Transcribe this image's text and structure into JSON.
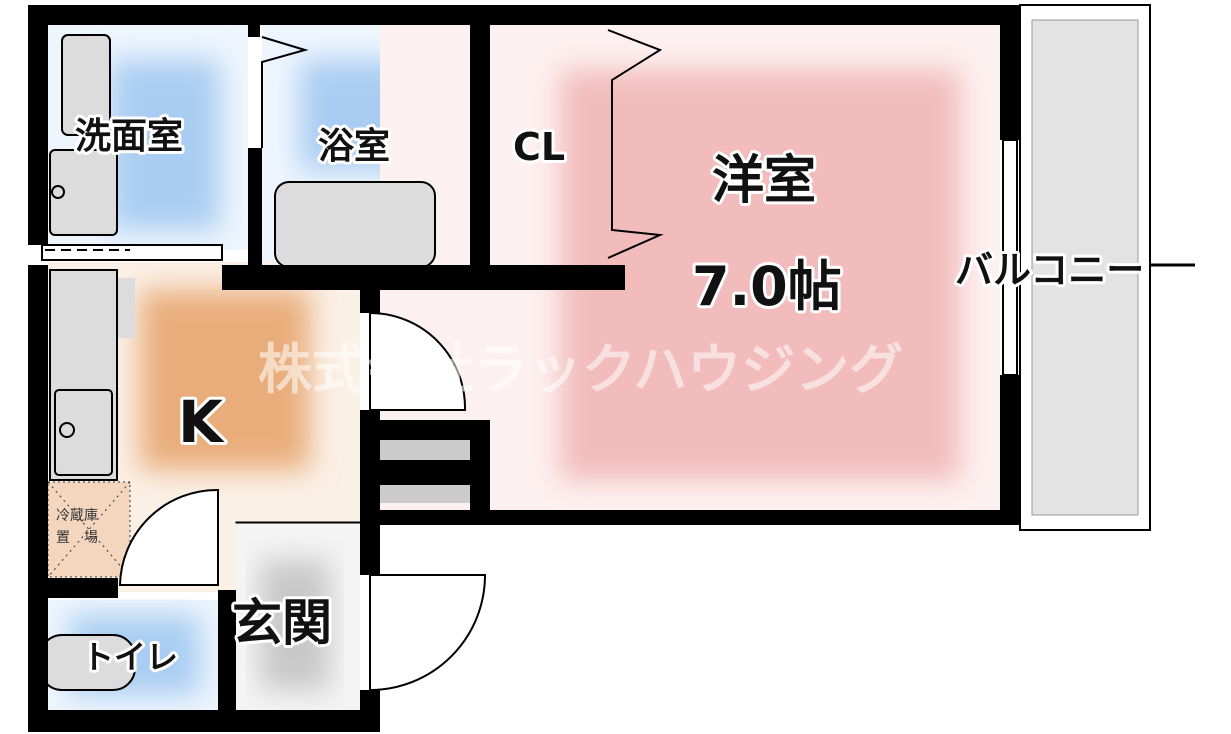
{
  "floor_plan": {
    "rooms": {
      "washroom": "洗面室",
      "bathroom": "浴室",
      "closet": "CL",
      "western_room": "洋室",
      "western_room_size": "7.0帖",
      "balcony": "バルコニー",
      "kitchen": "K",
      "fridge_space_line1": "冷蔵庫",
      "fridge_space_line2": "置　場",
      "toilet": "トイレ",
      "entrance": "玄関"
    },
    "watermark": "株式会社ラックハウジング",
    "colors": {
      "wall": "#000000",
      "wet_area": "#a9cdf2",
      "closet": "#d4b8d2",
      "western_room": "#f2bcbc",
      "kitchen": "#e9ad7c",
      "fixture": "#dcdcdc"
    }
  }
}
